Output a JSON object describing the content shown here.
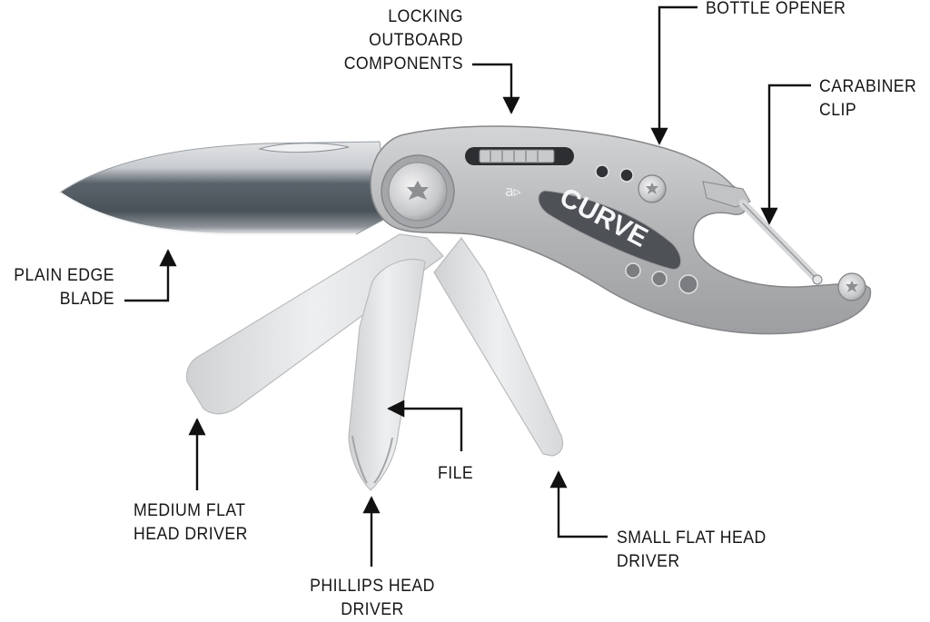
{
  "diagram": {
    "subject": "multi-tool",
    "brand_mark": "CURVE",
    "colors": {
      "background": "#ffffff",
      "label_text": "#161616",
      "leader_line": "#111111",
      "handle_steel": "#b3b4b6",
      "handle_edge": "#8e8f92",
      "blade_dark": "#4a5259",
      "blade_light": "#d8dadc",
      "driver_steel": "#e3e4e5"
    },
    "callouts": [
      {
        "id": "locking-outboard",
        "lines": [
          "LOCKING",
          "OUTBOARD",
          "COMPONENTS"
        ]
      },
      {
        "id": "bottle-opener",
        "lines": [
          "BOTTLE OPENER"
        ]
      },
      {
        "id": "carabiner-clip",
        "lines": [
          "CARABINER",
          "CLIP"
        ]
      },
      {
        "id": "plain-edge-blade",
        "lines": [
          "PLAIN EDGE",
          "BLADE"
        ]
      },
      {
        "id": "medium-flat-head",
        "lines": [
          "MEDIUM FLAT",
          "HEAD DRIVER"
        ]
      },
      {
        "id": "file",
        "lines": [
          "FILE"
        ]
      },
      {
        "id": "phillips-head",
        "lines": [
          "PHILLIPS HEAD",
          "DRIVER"
        ]
      },
      {
        "id": "small-flat-head",
        "lines": [
          "SMALL FLAT HEAD",
          "DRIVER"
        ]
      }
    ]
  }
}
